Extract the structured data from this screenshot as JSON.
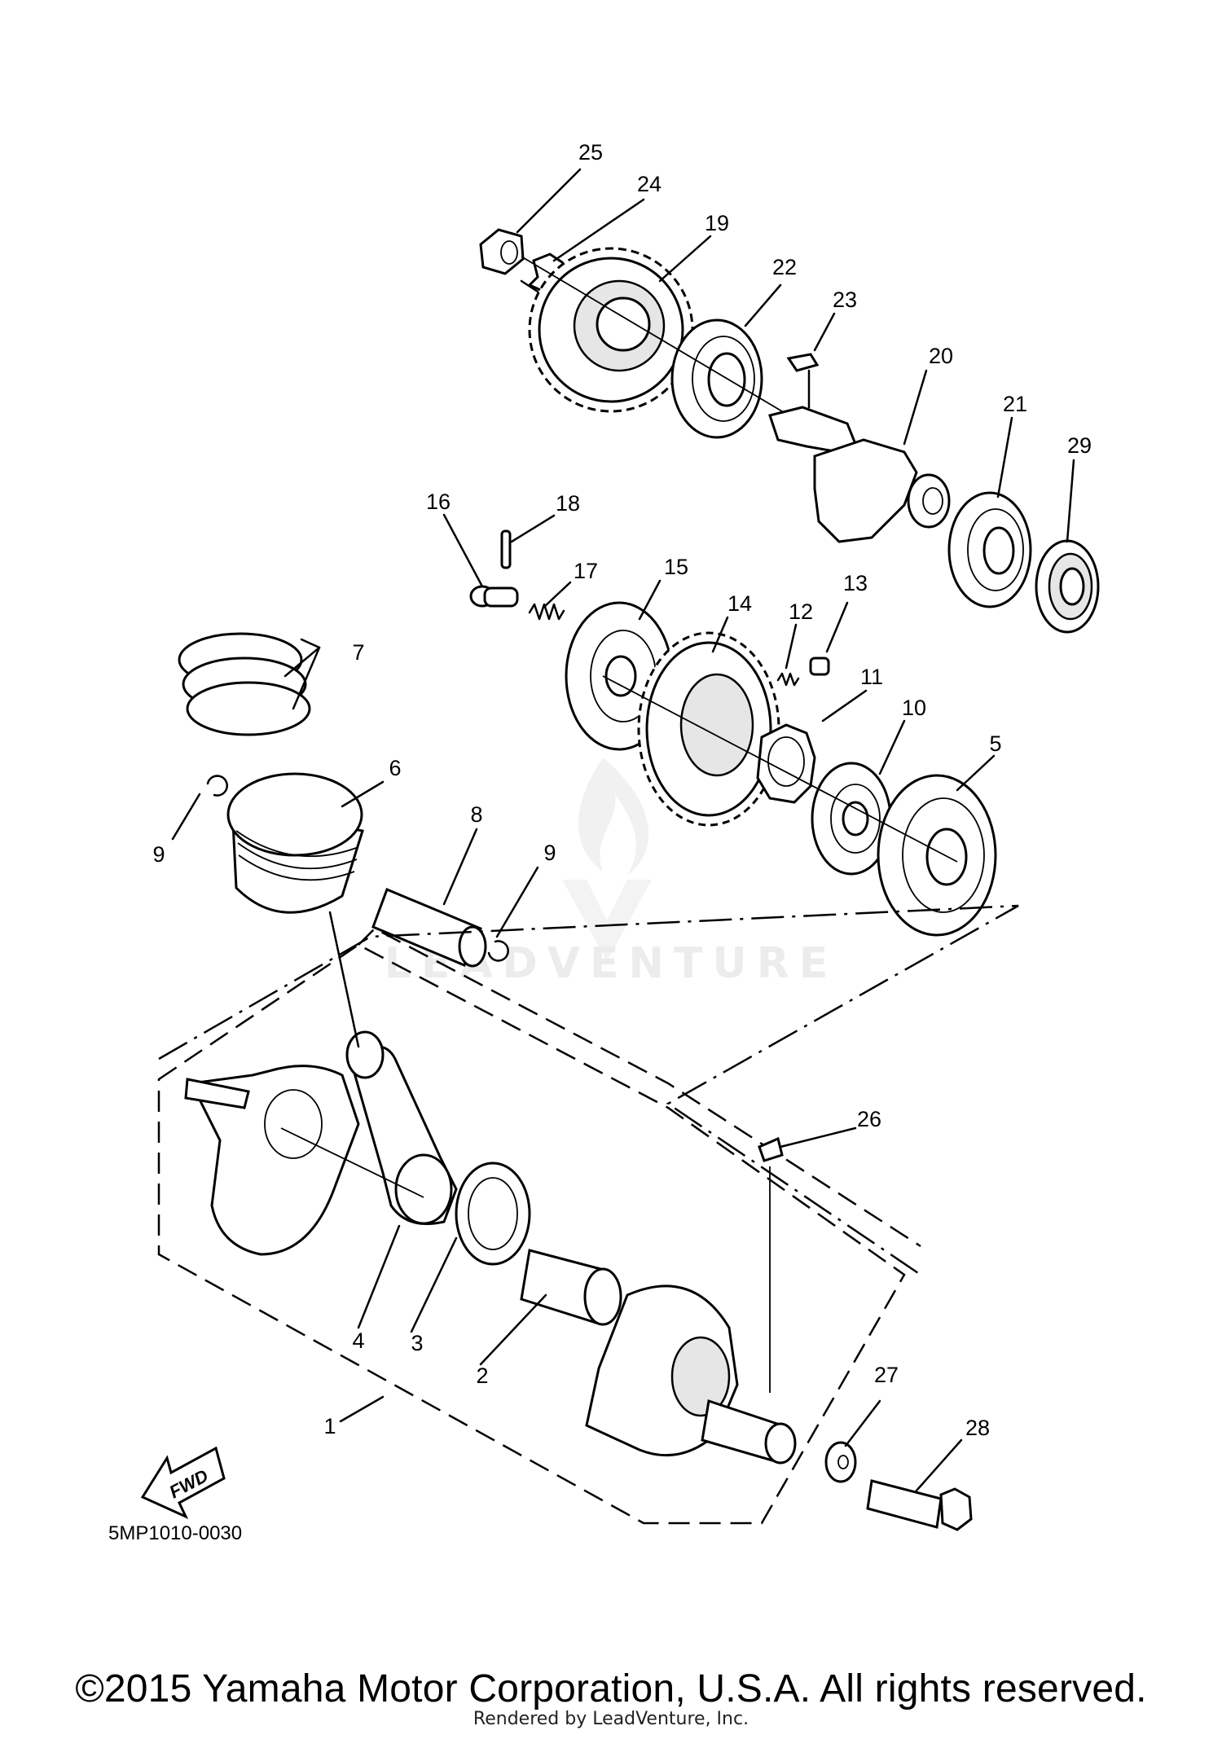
{
  "diagram": {
    "callouts": [
      "1",
      "2",
      "3",
      "4",
      "5",
      "6",
      "7",
      "8",
      "9",
      "9",
      "10",
      "11",
      "12",
      "13",
      "14",
      "15",
      "16",
      "17",
      "18",
      "19",
      "20",
      "21",
      "22",
      "23",
      "24",
      "25",
      "26",
      "27",
      "28",
      "29"
    ],
    "diagram_code": "5MP1010-0030",
    "fwd_label": "FWD",
    "watermark": "LEADVENTURE"
  },
  "footer": {
    "copyright": "©2015 Yamaha Motor Corporation, U.S.A. All rights reserved.",
    "rendered_by": "Rendered by LeadVenture, Inc."
  }
}
